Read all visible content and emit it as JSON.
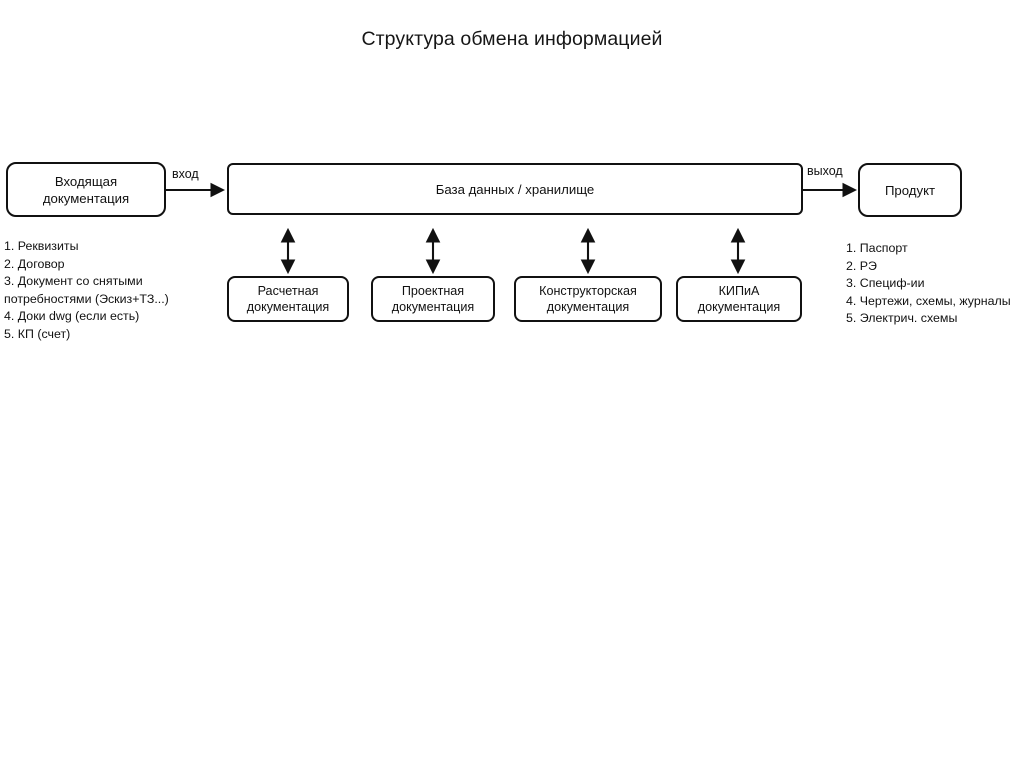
{
  "title": "Структура обмена информацией",
  "nodes": {
    "incoming": {
      "lines": [
        "Входящая",
        "документация"
      ]
    },
    "database": {
      "lines": [
        "База данных / хранилище"
      ]
    },
    "product": {
      "lines": [
        "Продукт"
      ]
    },
    "docs": [
      {
        "lines": [
          "Расчетная",
          "документация"
        ]
      },
      {
        "lines": [
          "Проектная",
          "документация"
        ]
      },
      {
        "lines": [
          "Конструкторская",
          "документация"
        ]
      },
      {
        "lines": [
          "КИПиА",
          "документация"
        ]
      }
    ]
  },
  "edges": {
    "input_label": "вход",
    "output_label": "выход"
  },
  "lists": {
    "left": [
      "1. Реквизиты",
      "2. Договор",
      "3. Документ со снятыми",
      "потребностями (Эскиз+ТЗ...)",
      "4. Доки dwg (если есть)",
      "5. КП (счет)"
    ],
    "right": [
      "1. Паспорт",
      "2. РЭ",
      "3. Специф-ии",
      "4. Чертежи, схемы, журналы",
      "5. Электрич. схемы"
    ]
  },
  "colors": {
    "stroke": "#111111",
    "background": "#ffffff",
    "text": "#111111"
  }
}
